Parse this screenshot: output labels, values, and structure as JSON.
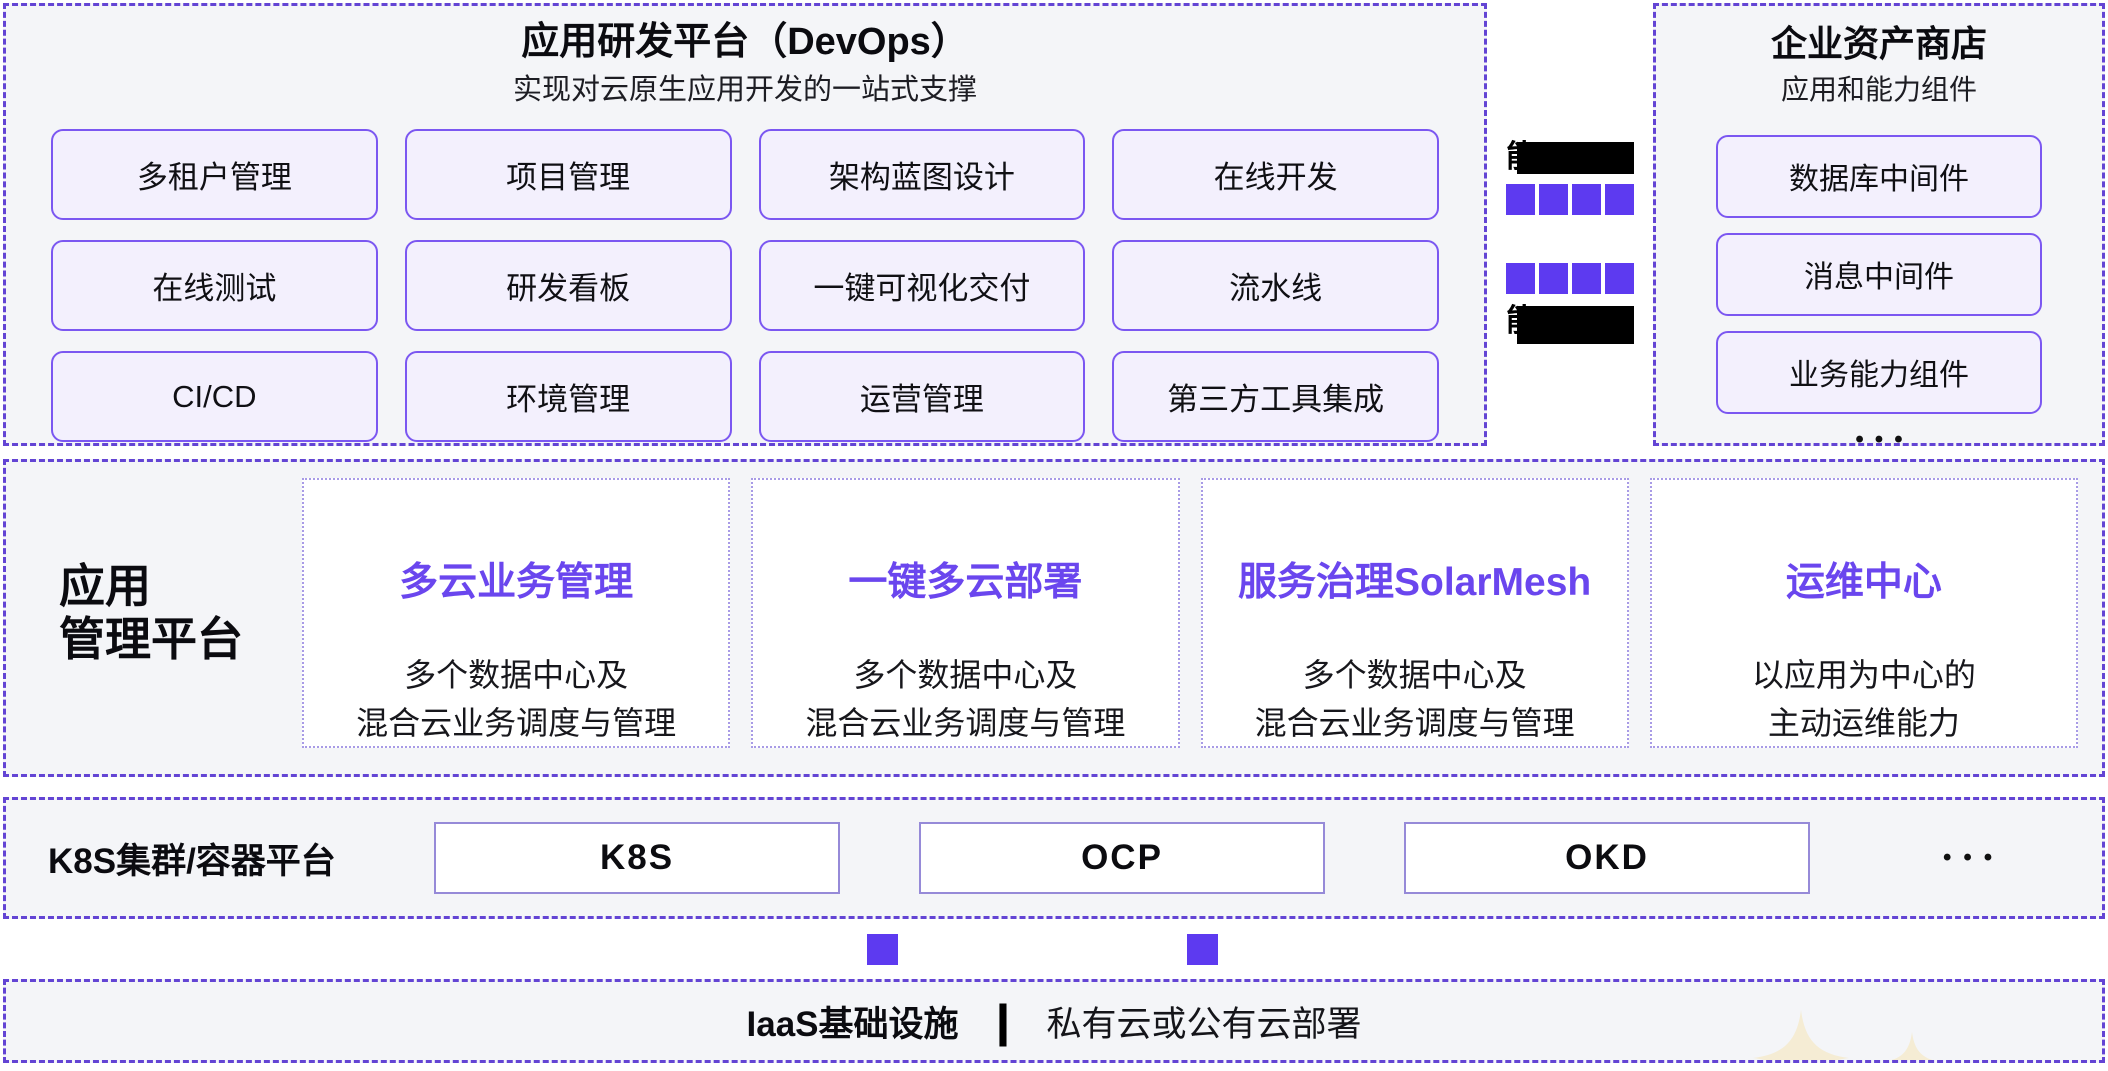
{
  "colors": {
    "dashed_border": "#6344d4",
    "chip_border": "#7b57f1",
    "chip_fill": "#f3f0fd",
    "panel_bg": "#f4f5f8",
    "accent_purple": "#6a46ee",
    "square_purple": "#5d3af0",
    "redaction_bar": "#000000",
    "platform_box_border": "#968ad8",
    "sparkle": "#f5ecd4"
  },
  "devops_panel": {
    "title": "应用研发平台（DevOps）",
    "subtitle": "实现对云原生应用开发的一站式支撑",
    "features": [
      "多租户管理",
      "项目管理",
      "架构蓝图设计",
      "在线开发",
      "在线测试",
      "研发看板",
      "一键可视化交付",
      "流水线",
      "CI/CD",
      "环境管理",
      "运营管理",
      "第三方工具集成"
    ]
  },
  "connector": {
    "redacted_rows": [
      {
        "visible_text": "能"
      },
      {
        "visible_text": "能"
      }
    ]
  },
  "asset_panel": {
    "title": "企业资产商店",
    "subtitle": "应用和能力组件",
    "components": [
      "数据库中间件",
      "消息中间件",
      "业务能力组件"
    ],
    "ellipsis": "•••"
  },
  "management_panel": {
    "label_line1": "应用",
    "label_line2": "管理平台",
    "cards": [
      {
        "title": "多云业务管理",
        "desc_line1": "多个数据中心及",
        "desc_line2": "混合云业务调度与管理"
      },
      {
        "title": "一键多云部署",
        "desc_line1": "多个数据中心及",
        "desc_line2": "混合云业务调度与管理"
      },
      {
        "title": "服务治理SolarMesh",
        "desc_line1": "多个数据中心及",
        "desc_line2": "混合云业务调度与管理"
      },
      {
        "title": "运维中心",
        "desc_line1": "以应用为中心的",
        "desc_line2": "主动运维能力"
      }
    ]
  },
  "container_panel": {
    "label": "K8S集群/容器平台",
    "platforms": [
      "K8S",
      "OCP",
      "OKD"
    ],
    "ellipsis": "•••"
  },
  "iaas_bar": {
    "title": "IaaS基础设施",
    "divider": "|",
    "subtitle": "私有云或公有云部署"
  }
}
